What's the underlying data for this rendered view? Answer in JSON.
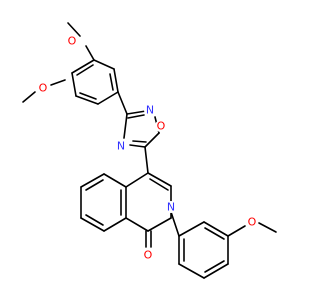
{
  "molecule": {
    "atoms": {
      "o_methoxy_top": "O",
      "o_methoxy_left": "O",
      "n_oxadiazole_top": "N",
      "o_oxadiazole": "O",
      "n_oxadiazole_bottom": "N",
      "n_isoquinolinone": "N",
      "o_carbonyl": "O",
      "o_methoxy_right": "O"
    },
    "colors": {
      "bond": "#000000",
      "nitrogen": "#3333ff",
      "oxygen": "#ff0000"
    }
  }
}
